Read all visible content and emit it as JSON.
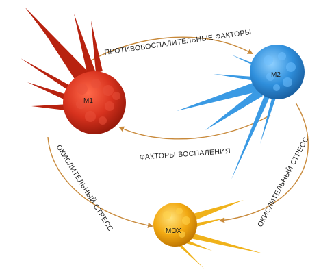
{
  "cells": {
    "m1": {
      "label": "M1",
      "color": "#d8321e"
    },
    "m2": {
      "label": "M2",
      "color": "#2f8fdc"
    },
    "mox": {
      "label": "MOX",
      "color": "#f2a912"
    }
  },
  "arrows": {
    "top": "ПРОТИВОВОСПАЛИТЕЛЬНЫЕ ФАКТОРЫ",
    "middle": "ФАКТОРЫ ВОСПАЛЕНИЯ",
    "left": "ОКИСЛИТЕЛЬНЫЙ СТРЕСС",
    "right": "ОКИСЛИТЕЛЬНЫЙ СТРЕСС",
    "color": "#c8893a"
  }
}
